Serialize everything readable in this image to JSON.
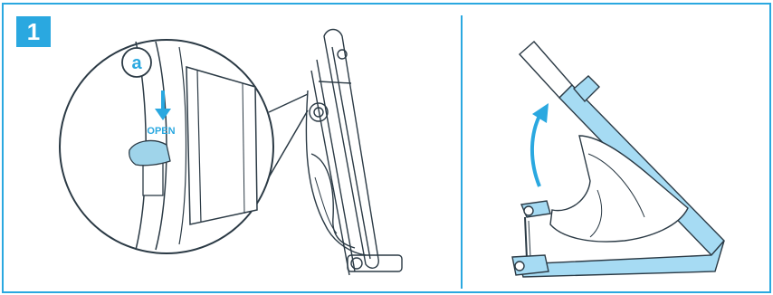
{
  "step": {
    "number": "1"
  },
  "callout": {
    "letter": "a",
    "label": "OPEN"
  },
  "colors": {
    "accent": "#2aa8e0",
    "line": "#2b3a45",
    "frame_fill": "#a6dbf3",
    "handle_fill": "#9fd4ea"
  },
  "icons": [
    "arrow-down-icon",
    "arrow-up-curved-icon"
  ]
}
